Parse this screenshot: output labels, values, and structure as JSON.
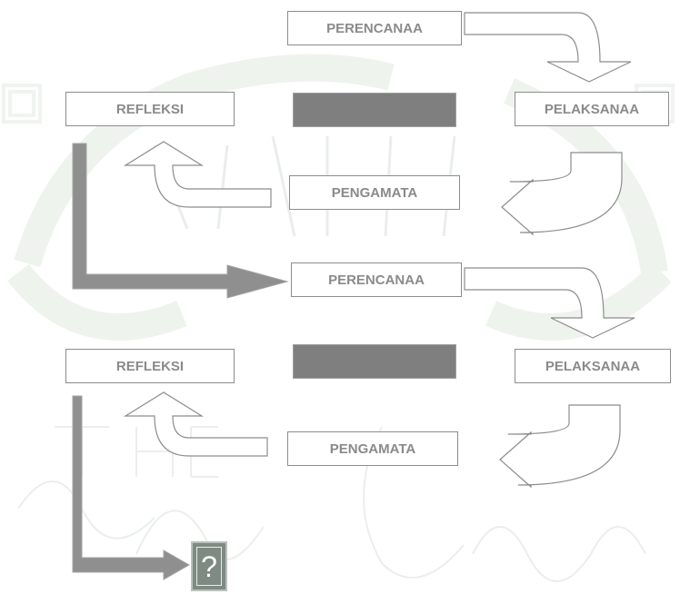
{
  "siklus_1": {
    "perencanaan": "PERENCANAA",
    "pelaksanaan": "PELAKSANAA",
    "pengamatan": "PENGAMATA",
    "refleksi": "REFLEKSI",
    "label": ""
  },
  "siklus_2": {
    "perencanaan": "PERENCANAA",
    "pelaksanaan": "PELAKSANAA",
    "pengamatan": "PENGAMATA",
    "refleksi": "REFLEKSI",
    "label": ""
  },
  "final": {
    "symbol": "?"
  },
  "colors": {
    "box_border": "#8c8c8c",
    "box_text": "#8a8a8a",
    "cycle_bar": "#7f7f7f",
    "connector": "#8f8f8f",
    "final_box": "#7e8b82"
  }
}
